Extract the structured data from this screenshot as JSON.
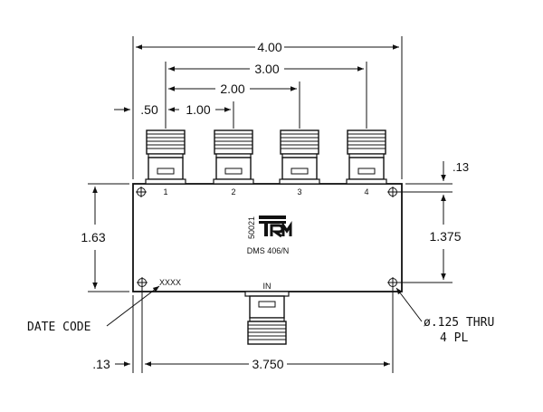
{
  "dimensions": {
    "overall_width": "4.00",
    "span_3": "3.00",
    "span_2": "2.00",
    "span_1": "1.00",
    "offset": ".50",
    "height": "1.63",
    "top_offset": ".13",
    "hole_spacing": "1.375",
    "bottom_offset": ".13",
    "hole_span": "3.750"
  },
  "callouts": {
    "date_code": "DATE CODE",
    "hole_spec_line1": "ø.125 THRU",
    "hole_spec_line2": "4 PL"
  },
  "ports": [
    "1",
    "2",
    "3",
    "4"
  ],
  "input_port": "IN",
  "body": {
    "part_number": "DMS 406/N",
    "date_code_marking": "XXXX",
    "vertical_code": "50021",
    "logo": "TRM"
  }
}
